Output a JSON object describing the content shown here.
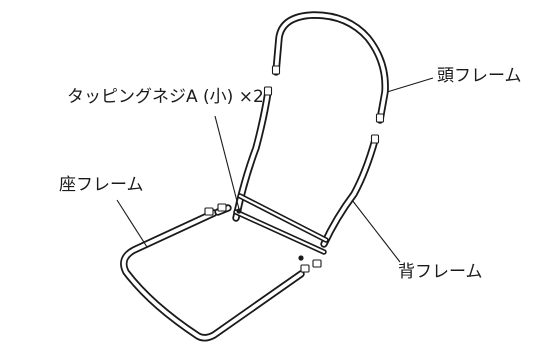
{
  "labels": {
    "screw": "タッピングネジA (小) ×2",
    "head_frame": "頭フレーム",
    "seat_frame": "座フレーム",
    "back_frame": "背フレーム"
  }
}
